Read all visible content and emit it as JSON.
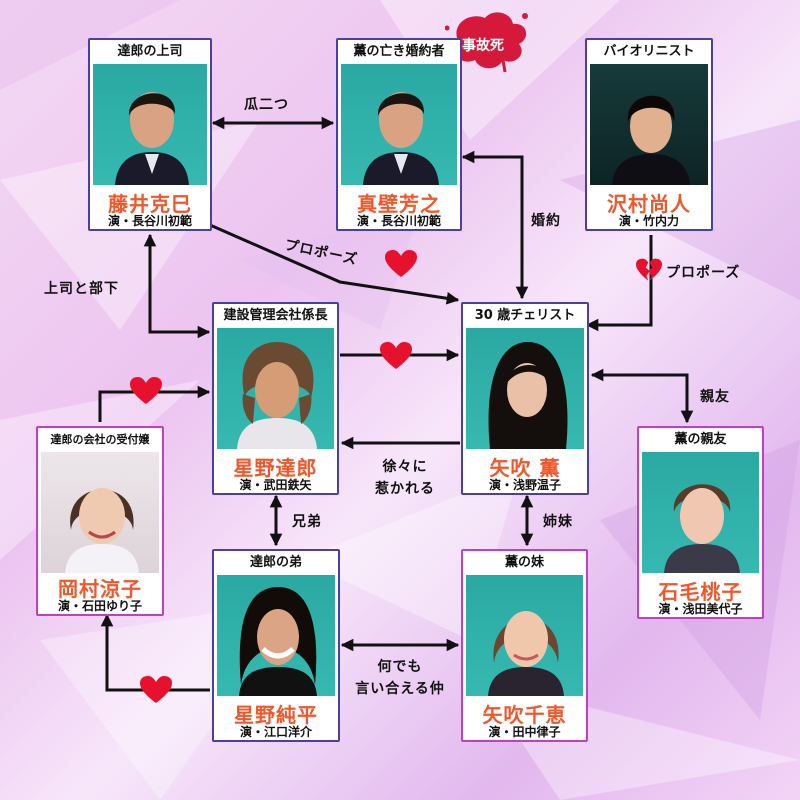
{
  "cards": {
    "fujii": {
      "role": "達郎の上司",
      "name": "藤井克巳",
      "actor": "演・長谷川初範"
    },
    "makabe": {
      "role": "薫の亡き婚約者",
      "name": "真壁芳之",
      "actor": "演・長谷川初範",
      "badge": "事故死"
    },
    "sawamura": {
      "role": "バイオリニスト",
      "name": "沢村尚人",
      "actor": "演・竹内力"
    },
    "tatsuro": {
      "role": "建設管理会社係長",
      "name": "星野達郎",
      "actor": "演・武田鉄矢"
    },
    "kaoru": {
      "role": "30 歳チェリスト",
      "name": "矢吹 薫",
      "actor": "演・浅野温子"
    },
    "momoko": {
      "role": "薫の親友",
      "name": "石毛桃子",
      "actor": "演・浅田美代子"
    },
    "ryoko": {
      "role": "達郎の会社の受付嬢",
      "name": "岡村涼子",
      "actor": "演・石田ゆり子"
    },
    "junpei": {
      "role": "達郎の弟",
      "name": "星野純平",
      "actor": "演・江口洋介"
    },
    "chie": {
      "role": "薫の妹",
      "name": "矢吹千恵",
      "actor": "演・田中律子"
    }
  },
  "relations": {
    "uri_futatsu": "瓜二つ",
    "konyaku": "婚約",
    "propose": "プロポーズ",
    "propose2": "プロポーズ",
    "joushi_buka": "上司と部下",
    "shinyu": "親友",
    "jojo_line1": "徐々に",
    "jojo_line2": "惹かれる",
    "kyoudai": "兄弟",
    "shimai": "姉妹",
    "nandemo_line1": "何でも",
    "nandemo_line2": "言い合える仲"
  },
  "colors": {
    "border_main": "#4a3fa8",
    "border_pink": "#c23fc3",
    "name_text": "#f0572a",
    "heart": "#e8112d",
    "arrow": "#111111",
    "splat": "#d4193a"
  }
}
